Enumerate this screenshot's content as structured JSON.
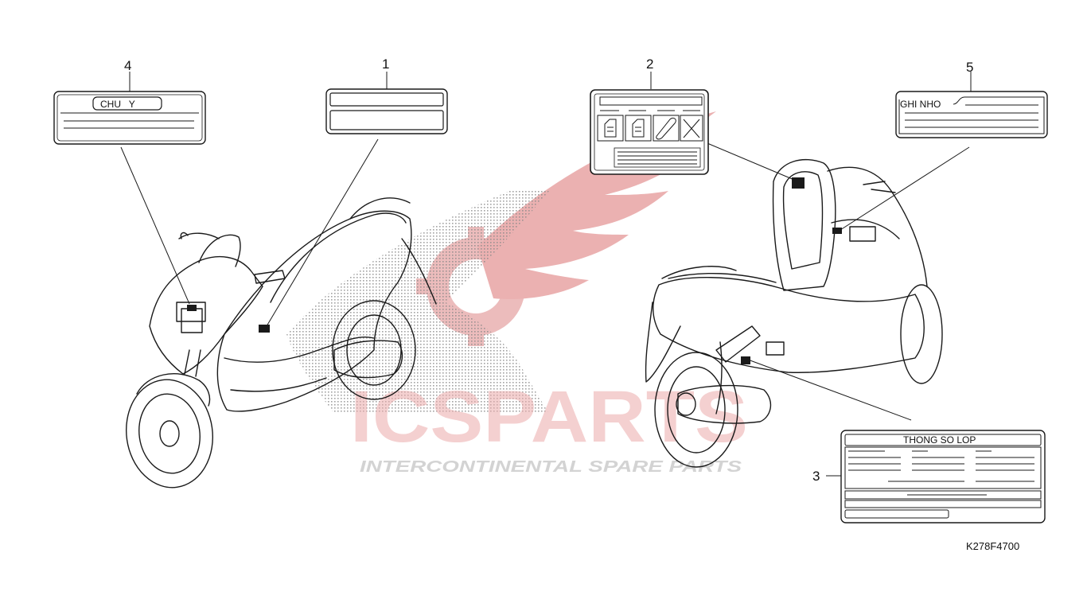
{
  "diagram": {
    "callouts": {
      "c1": "1",
      "c2": "2",
      "c3": "3",
      "c4": "4",
      "c5": "5"
    },
    "labels": {
      "label4_text": "CHU   Y",
      "label5_text": "GHI NHO",
      "label3_text": "THONG SO LOP"
    },
    "diagram_code": "K278F4700"
  },
  "watermark": {
    "brand": "ICSPARTS",
    "tagline": "INTERCONTINENTAL SPARE PARTS",
    "brand_color": "#e06060"
  }
}
